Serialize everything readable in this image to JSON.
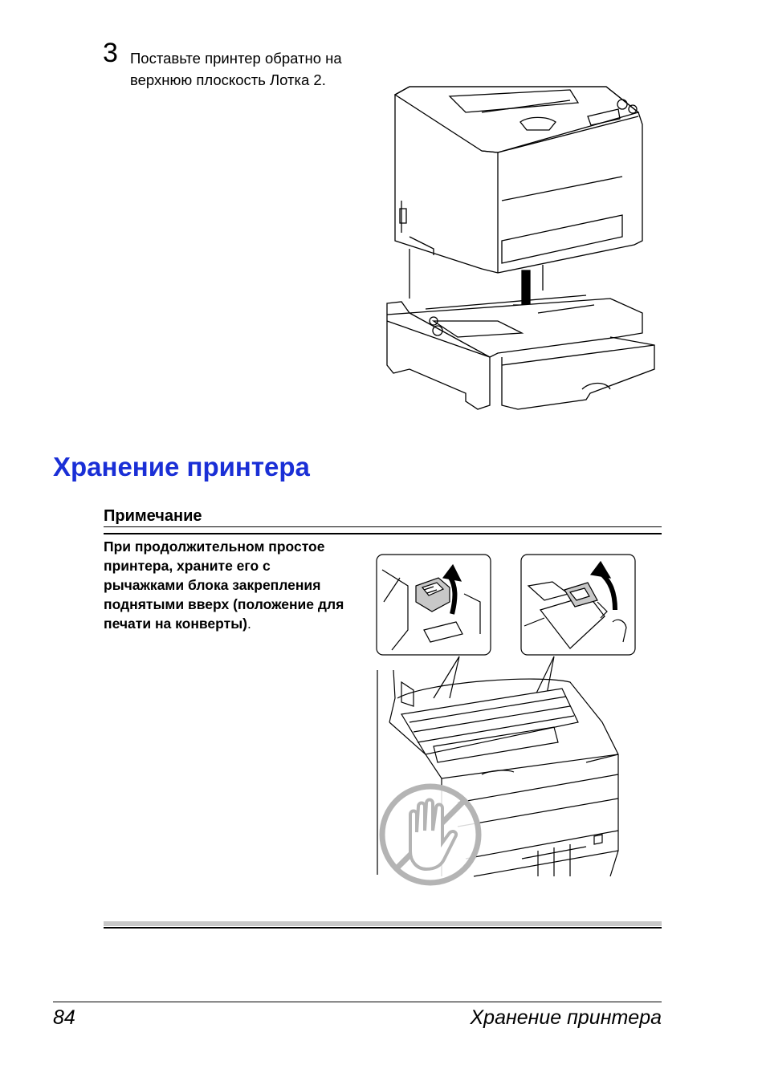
{
  "step": {
    "number": "3",
    "text": "Поставьте принтер обратно на верхнюю плоскость Лотка 2."
  },
  "section": {
    "title": "Хранение принтера"
  },
  "note": {
    "heading": "Примечание",
    "body_bold": "При продолжительном простое принтера, храните его с рычажками блока закрепления поднятыми вверх (положение для печати на конверты)",
    "body_tail": "."
  },
  "footer": {
    "page_number": "84",
    "title": "Хранение принтера"
  },
  "colors": {
    "heading_blue": "#1a2fd6",
    "rule_gray": "#c8c8c8",
    "prohibition_gray": "#b4b4b4"
  },
  "icons": [
    "printer-illustration",
    "no-touch-hand-icon",
    "fuser-lever-up-arrow"
  ]
}
